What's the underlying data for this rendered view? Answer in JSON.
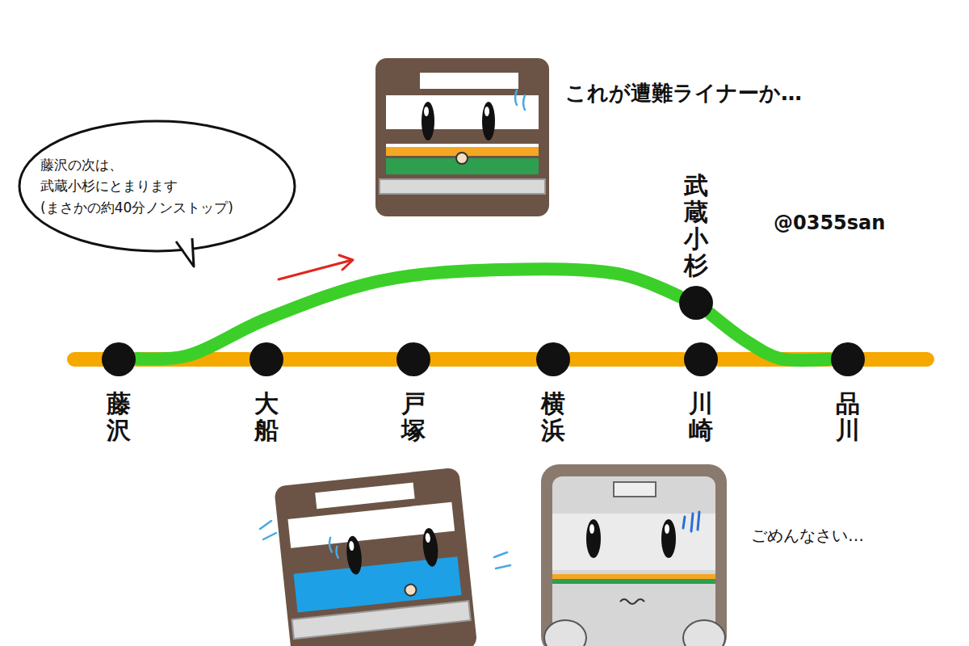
{
  "diagram": {
    "nodes": [
      {
        "text": [
          "藤沢の次は、 武蔵小杉にとまります (まさかの約40分ノンストップ)"
        ]
      },
      {
        "text": [
          "藤沢"
        ]
      },
      {
        "text": [
          "大船"
        ]
      },
      {
        "text": [
          "戸塚"
        ]
      },
      {
        "text": [
          "横浜"
        ]
      },
      {
        "text": [
          "川崎"
        ]
      },
      {
        "text": [
          "品川"
        ]
      },
      {
        "text": [
          "武蔵小杉"
        ]
      }
    ],
    "edges": [
      {
        "from": 1,
        "to": 2,
        "arrow": "none"
      },
      {
        "from": 2,
        "to": 3,
        "arrow": "none"
      },
      {
        "from": 3,
        "to": 4,
        "arrow": "none"
      },
      {
        "from": 4,
        "to": 5,
        "arrow": "none"
      },
      {
        "from": 5,
        "to": 6,
        "arrow": "none"
      },
      {
        "from": 1,
        "to": 7,
        "arrow": "none"
      },
      {
        "from": 7,
        "to": 6,
        "arrow": "none"
      }
    ],
    "labels": [
      "これが遭難ライナーか…",
      "@0355san",
      "ごめんなさい…"
    ]
  }
}
